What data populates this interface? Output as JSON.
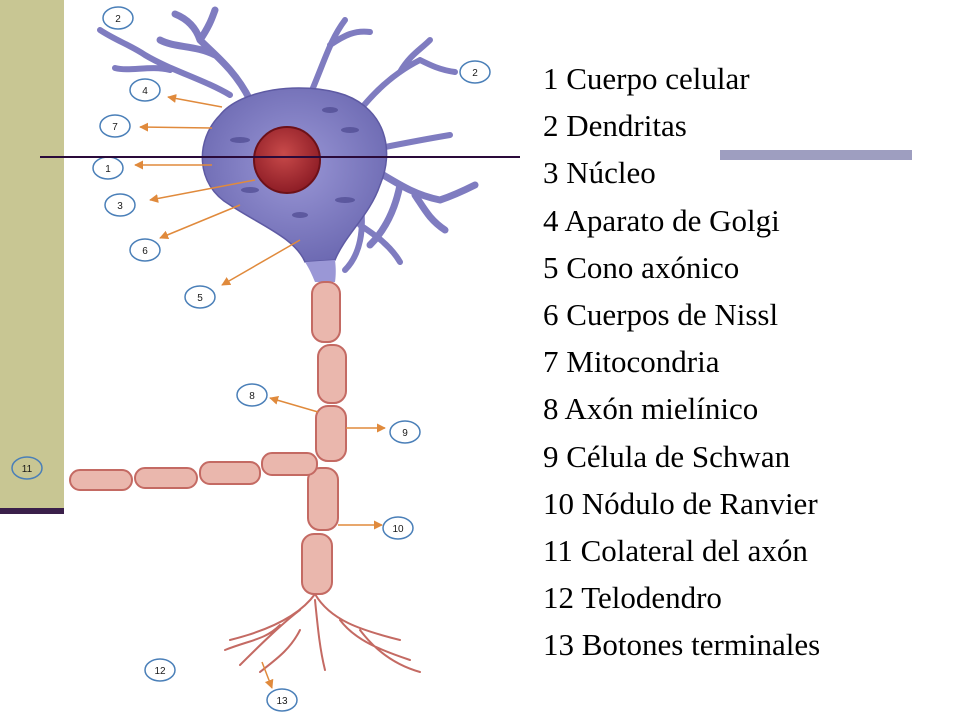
{
  "legend": [
    "1 Cuerpo celular",
    "2 Dendritas",
    "3 Núcleo",
    "4 Aparato de Golgi",
    "5 Cono axónico",
    "6 Cuerpos de Nissl",
    "7 Mitocondria",
    "8 Axón mielínico",
    "9 Célula de Schwan",
    "10 Nódulo de Ranvier",
    "11 Colateral del axón",
    "12 Telodendro",
    "13 Botones terminales"
  ],
  "callouts": {
    "dendrites_top": "2",
    "dendrites_right": "2",
    "golgi": "4",
    "mitochondria": "7",
    "cell_body": "1",
    "nucleus": "3",
    "nissl": "6",
    "axon_hillock": "5",
    "myelinated_axon": "8",
    "schwann_cell": "9",
    "ranvier_node": "10",
    "axon_collateral": "11",
    "telodendron": "12",
    "terminal_buttons": "13"
  },
  "colors": {
    "band": "#c8c693",
    "cell_body": "#7f7cc0",
    "nucleus": "#b3262e",
    "myelin": "#eab7ad",
    "arrow": "#e08a3c",
    "callout_ring": "#4a7fb8"
  }
}
